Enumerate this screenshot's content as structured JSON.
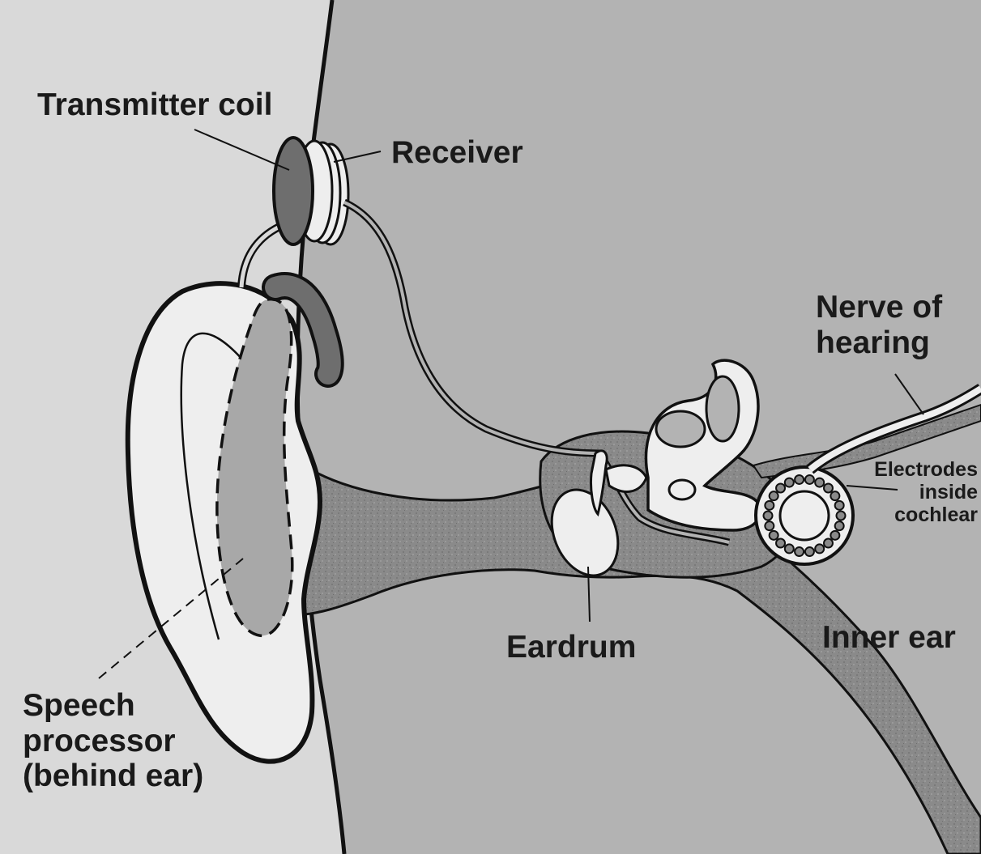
{
  "labels": {
    "transmitter_coil": "Transmitter coil",
    "receiver": "Receiver",
    "nerve_of_hearing": "Nerve of\nhearing",
    "electrodes": "Electrodes\ninside\ncochlear",
    "eardrum": "Eardrum",
    "inner_ear": "Inner ear",
    "speech_processor": "Speech\nprocessor\n(behind ear)"
  },
  "colors": {
    "skin_outside": "#d9d9d9",
    "head_tissue": "#b0b0b0",
    "canal_bone": "#8c8c8c",
    "ear_fill": "#eeeeee",
    "processor_fill": "#a9a9a9",
    "coil_dark": "#6e6e6e",
    "outline": "#111111"
  }
}
